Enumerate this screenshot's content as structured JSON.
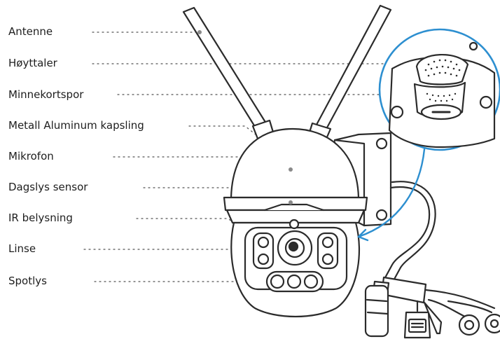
{
  "labels": {
    "antenna": "Antenne",
    "speaker": "Høyttaler",
    "memory_slot": "Minnekortspor",
    "housing": "Metall Aluminum kapsling",
    "microphone": "Mikrofon",
    "daylight_sensor": "Dagslys sensor",
    "ir_lighting": "IR belysning",
    "lens": "Linse",
    "spotlight": "Spotlys"
  },
  "colors": {
    "line": "#2b2b2b",
    "accent": "#2d8fd0",
    "leader": "#555555",
    "fill": "#ffffff",
    "dot": "#8a8a8a"
  }
}
